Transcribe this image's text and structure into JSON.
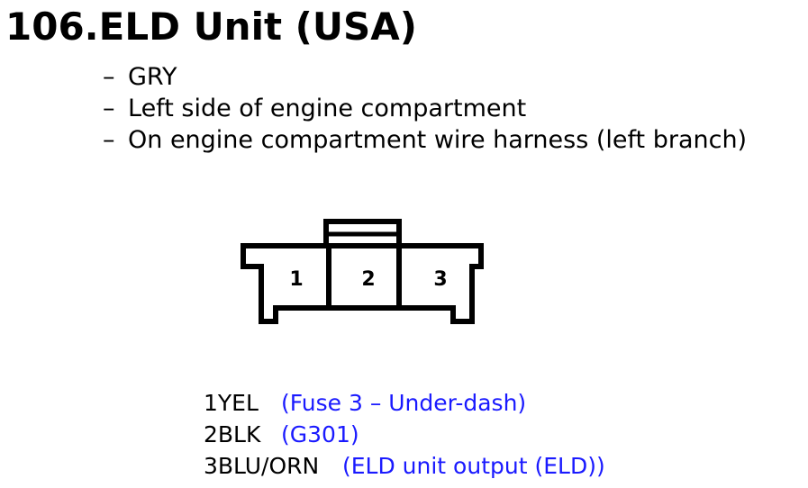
{
  "title": "106.ELD Unit (USA)",
  "info": [
    {
      "dash": "–",
      "text": "GRY"
    },
    {
      "dash": "–",
      "text": "Left side of engine compartment"
    },
    {
      "dash": "–",
      "text": "On engine compartment wire harness (left branch)"
    }
  ],
  "connector": {
    "pin_labels": [
      "1",
      "2",
      "3"
    ]
  },
  "pins": [
    {
      "circuit": "1YEL",
      "description": "(Fuse 3 – Under-dash)"
    },
    {
      "circuit": "2BLK",
      "description": "(G301)"
    },
    {
      "circuit": "3BLU/ORN",
      "description": "(ELD unit output (ELD))"
    }
  ],
  "colors": {
    "text": "#000000",
    "description": "#1a1aff",
    "background": "#ffffff"
  }
}
